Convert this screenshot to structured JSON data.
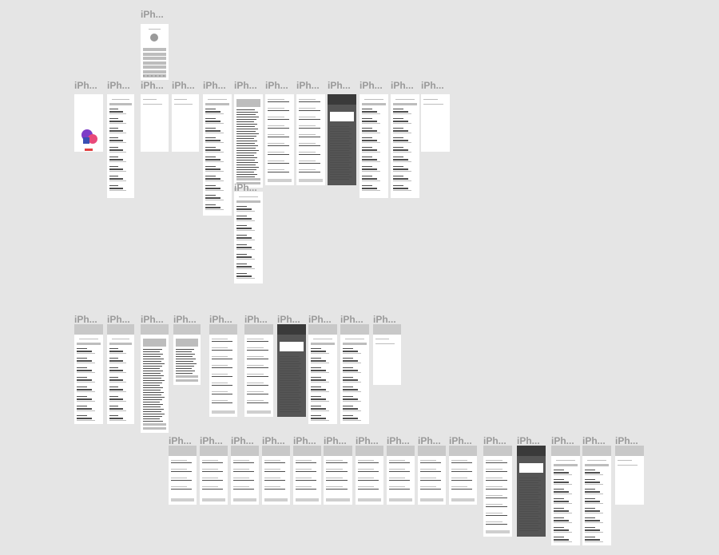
{
  "canvas": {
    "background": "#e5e5e5"
  },
  "frames": [
    {
      "label": "iPh...",
      "variant": "profile"
    },
    {
      "label": "iPh...",
      "variant": "splash"
    },
    {
      "label": "iPh...",
      "variant": "list"
    },
    {
      "label": "iPh...",
      "variant": "blank"
    },
    {
      "label": "iPh...",
      "variant": "blank"
    },
    {
      "label": "iPh...",
      "variant": "list"
    },
    {
      "label": "iPh...",
      "variant": "detail"
    },
    {
      "label": "iPh...",
      "variant": "form"
    },
    {
      "label": "iPh...",
      "variant": "form"
    },
    {
      "label": "iPh...",
      "variant": "dark"
    },
    {
      "label": "iPh...",
      "variant": "list"
    },
    {
      "label": "iPh...",
      "variant": "list"
    },
    {
      "label": "iPh...",
      "variant": "blank"
    },
    {
      "label": "iPh...",
      "variant": "list"
    },
    {
      "label": "iPh...",
      "variant": "list"
    },
    {
      "label": "iPh...",
      "variant": "list"
    },
    {
      "label": "iPh...",
      "variant": "detail"
    },
    {
      "label": "iPh...",
      "variant": "detail"
    },
    {
      "label": "iPh...",
      "variant": "form"
    },
    {
      "label": "iPh...",
      "variant": "form"
    },
    {
      "label": "iPh...",
      "variant": "dark"
    },
    {
      "label": "iPh...",
      "variant": "list"
    },
    {
      "label": "iPh...",
      "variant": "list"
    },
    {
      "label": "iPh...",
      "variant": "blank"
    },
    {
      "label": "iPh...",
      "variant": "form"
    },
    {
      "label": "iPh...",
      "variant": "form"
    },
    {
      "label": "iPh...",
      "variant": "form"
    },
    {
      "label": "iPh...",
      "variant": "form"
    },
    {
      "label": "iPh...",
      "variant": "form"
    },
    {
      "label": "iPh...",
      "variant": "form"
    },
    {
      "label": "iPh...",
      "variant": "form"
    },
    {
      "label": "iPh...",
      "variant": "form"
    },
    {
      "label": "iPh...",
      "variant": "form"
    },
    {
      "label": "iPh...",
      "variant": "form"
    },
    {
      "label": "iPh...",
      "variant": "form"
    },
    {
      "label": "iPh...",
      "variant": "dark"
    },
    {
      "label": "iPh...",
      "variant": "list"
    },
    {
      "label": "iPh...",
      "variant": "list"
    },
    {
      "label": "iPh...",
      "variant": "blank"
    }
  ]
}
